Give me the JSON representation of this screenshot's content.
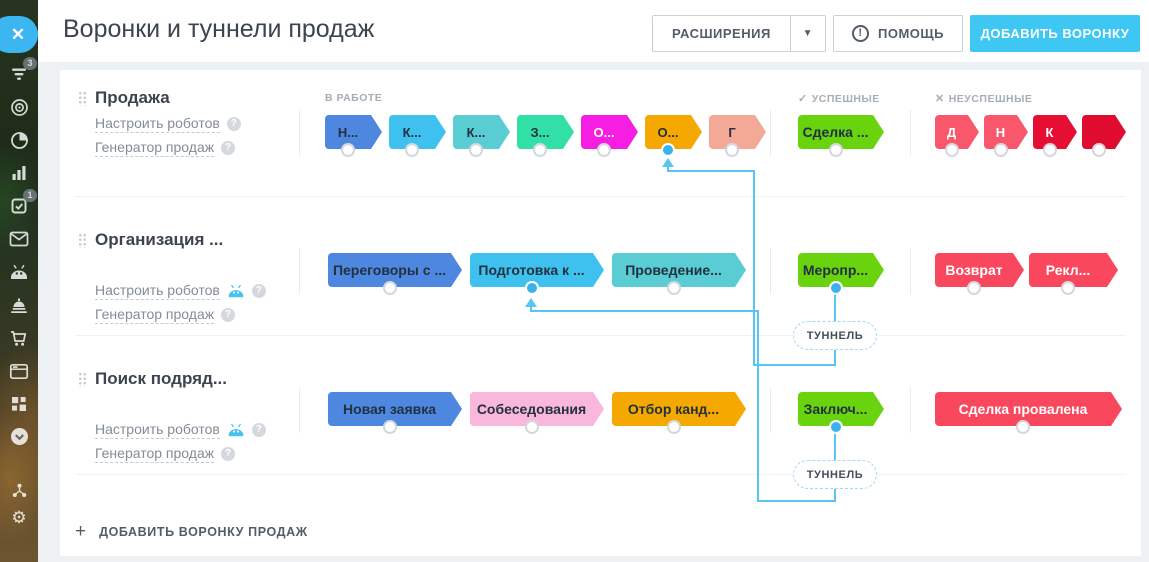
{
  "sidebar": {
    "close": "✕",
    "icons": [
      {
        "name": "tasks-filter",
        "badge": "3"
      },
      {
        "name": "target"
      },
      {
        "name": "time-clock"
      },
      {
        "name": "bar-chart"
      },
      {
        "name": "checklist",
        "badge": "1"
      },
      {
        "name": "mail"
      },
      {
        "name": "robot"
      },
      {
        "name": "service-bell"
      },
      {
        "name": "cart"
      },
      {
        "name": "browser-window"
      },
      {
        "name": "widgets-grid"
      },
      {
        "name": "chevron-down-circle"
      },
      {
        "name": "share-nodes"
      },
      {
        "name": "gear"
      }
    ]
  },
  "header": {
    "title": "Воронки и туннели продаж",
    "extensions_button": "РАСШИРЕНИЯ",
    "help_button": "ПОМОЩЬ",
    "add_funnel_button": "ДОБАВИТЬ ВОРОНКУ"
  },
  "columns": {
    "in_progress": "В РАБОТЕ",
    "success": "УСПЕШНЫЕ",
    "fail": "НЕУСПЕШНЫЕ",
    "success_mark": "✓",
    "fail_mark": "✕"
  },
  "links": {
    "robots": "Настроить роботов",
    "generator": "Генератор продаж"
  },
  "tunnel_badge": "ТУННЕЛЬ",
  "footer": {
    "add_funnel": "ДОБАВИТЬ ВОРОНКУ ПРОДАЖ"
  },
  "accent_colors": {
    "tunnel_line": "#58c6f2",
    "add_button": "#3fc7f4",
    "dot_blue": "#3ab3ec"
  },
  "funnels": [
    {
      "title": "Продажа",
      "has_robot_icon": false,
      "stages": [
        {
          "label": "Н...",
          "bg": "#4e87e0",
          "fg": "dark",
          "w": 57
        },
        {
          "label": "К...",
          "bg": "#3fc1ef",
          "fg": "dark",
          "w": 57
        },
        {
          "label": "К...",
          "bg": "#59ccd4",
          "fg": "dark",
          "w": 57
        },
        {
          "label": "З...",
          "bg": "#32e0a7",
          "fg": "dark",
          "w": 57
        },
        {
          "label": "О...",
          "bg": "#f71ee4",
          "fg": "light",
          "w": 57
        },
        {
          "label": "О...",
          "bg": "#f5a800",
          "fg": "dark",
          "w": 57,
          "dot": "blue"
        },
        {
          "label": "Г",
          "bg": "#f4a996",
          "fg": "dark",
          "w": 57
        }
      ],
      "success_stages": [
        {
          "label": "Сделка ...",
          "bg": "#69d40e",
          "fg": "dark",
          "w": 86
        }
      ],
      "fail_stages": [
        {
          "label": "Д",
          "bg": "#f9586c",
          "fg": "light",
          "w": 44
        },
        {
          "label": "Н",
          "bg": "#f9586c",
          "fg": "light",
          "w": 44
        },
        {
          "label": "К",
          "bg": "#e60e33",
          "fg": "light",
          "w": 44
        },
        {
          "label": "",
          "bg": "#e00c2f",
          "fg": "light",
          "w": 44
        }
      ]
    },
    {
      "title": "Организация ...",
      "has_robot_icon": true,
      "stages": [
        {
          "label": "Переговоры с ...",
          "bg": "#4e87e0",
          "fg": "dark",
          "w": 134
        },
        {
          "label": "Подготовка к ...",
          "bg": "#3fc1ef",
          "fg": "dark",
          "w": 134,
          "dot": "blue"
        },
        {
          "label": "Проведение...",
          "bg": "#59ccd4",
          "fg": "dark",
          "w": 134
        }
      ],
      "success_stages": [
        {
          "label": "Меропр...",
          "bg": "#69d40e",
          "fg": "dark",
          "w": 86,
          "dot": "blue"
        }
      ],
      "fail_stages": [
        {
          "label": "Возврат",
          "bg": "#f9485e",
          "fg": "light",
          "w": 89
        },
        {
          "label": "Рекл...",
          "bg": "#f9485e",
          "fg": "light",
          "w": 89
        }
      ]
    },
    {
      "title": "Поиск подряд...",
      "has_robot_icon": true,
      "stages": [
        {
          "label": "Новая заявка",
          "bg": "#4e87e0",
          "fg": "dark",
          "w": 134
        },
        {
          "label": "Собеседования",
          "bg": "#f9b7dc",
          "fg": "dark",
          "w": 134
        },
        {
          "label": "Отбор канд...",
          "bg": "#f5a800",
          "fg": "dark",
          "w": 134
        }
      ],
      "success_stages": [
        {
          "label": "Заключ...",
          "bg": "#69d40e",
          "fg": "dark",
          "w": 86,
          "dot": "blue"
        }
      ],
      "fail_stages": [
        {
          "label": "Сделка провалена",
          "bg": "#f9485e",
          "fg": "light",
          "w": 187
        }
      ]
    }
  ]
}
